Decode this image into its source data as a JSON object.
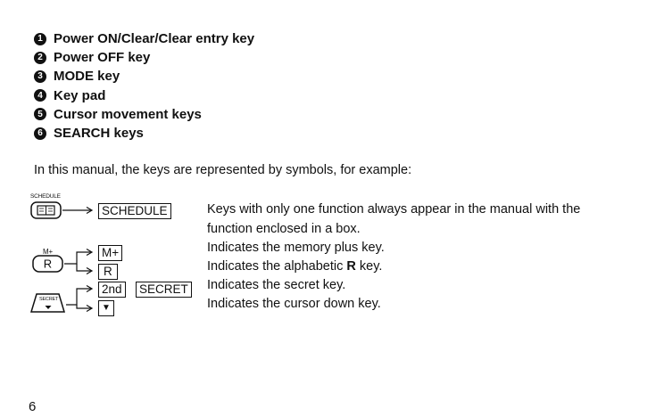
{
  "key_list": [
    {
      "num": "1",
      "label": "Power ON/Clear/Clear entry key"
    },
    {
      "num": "2",
      "label": "Power OFF key"
    },
    {
      "num": "3",
      "label": "MODE key"
    },
    {
      "num": "4",
      "label": "Key pad"
    },
    {
      "num": "5",
      "label": "Cursor movement keys"
    },
    {
      "num": "6",
      "label": "SEARCH keys"
    }
  ],
  "intro": "In this manual, the keys are represented by symbols, for example:",
  "examples": {
    "schedule": {
      "above_label": "SCHEDULE",
      "symbol": "SCHEDULE",
      "description_line1": "Keys with only one function always appear in the manual with the",
      "description_line2": "function enclosed in a box."
    },
    "memory": {
      "above_label": "M+",
      "key_face": "R",
      "symbol_mplus": "M+",
      "symbol_r": "R",
      "description_mplus": "Indicates the memory plus key.",
      "description_r_before": "Indicates the alphabetic ",
      "description_r_bold": "R",
      "description_r_after": " key."
    },
    "secret": {
      "above_label": "SECRET",
      "symbol_2nd": "2nd",
      "symbol_secret": "SECRET",
      "symbol_down": "▼",
      "description_secret": "Indicates the secret key.",
      "description_down": "Indicates the cursor down key."
    }
  },
  "page_number": "6"
}
